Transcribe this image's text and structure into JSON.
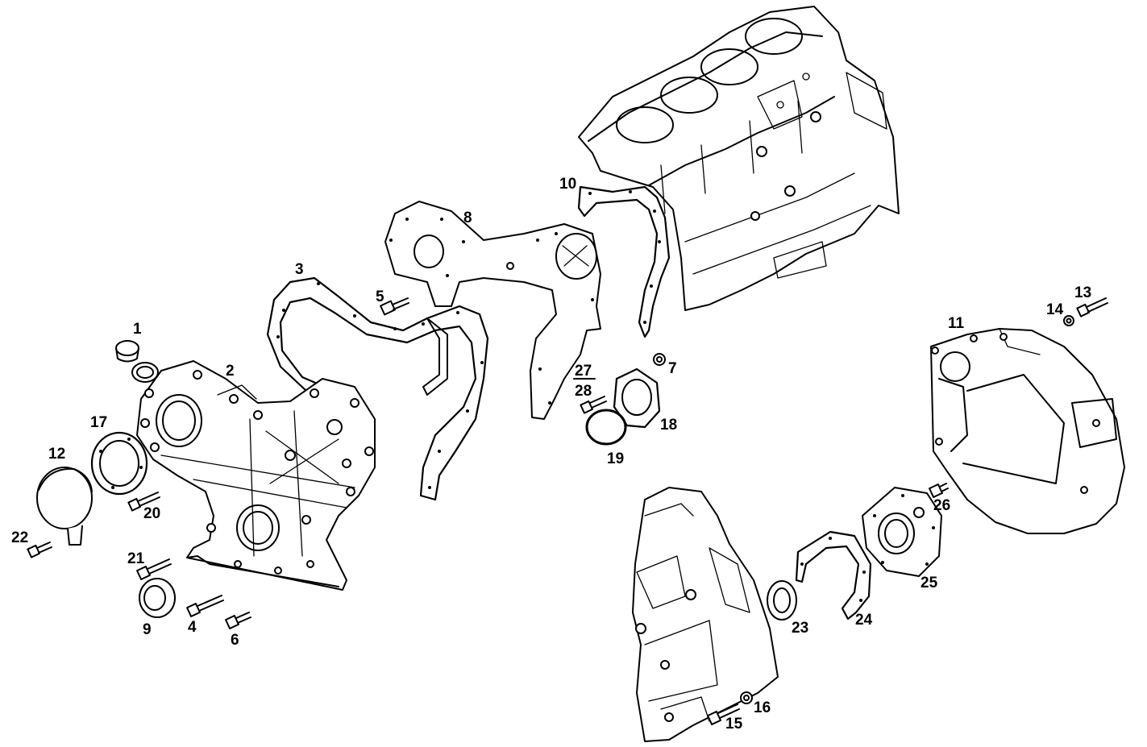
{
  "diagram": {
    "callouts": [
      {
        "id": "1",
        "text": "1"
      },
      {
        "id": "2",
        "text": "2"
      },
      {
        "id": "3",
        "text": "3"
      },
      {
        "id": "4",
        "text": "4"
      },
      {
        "id": "5",
        "text": "5"
      },
      {
        "id": "6",
        "text": "6"
      },
      {
        "id": "7",
        "text": "7"
      },
      {
        "id": "8",
        "text": "8"
      },
      {
        "id": "9",
        "text": "9"
      },
      {
        "id": "10",
        "text": "10"
      },
      {
        "id": "11",
        "text": "11"
      },
      {
        "id": "12",
        "text": "12"
      },
      {
        "id": "13",
        "text": "13"
      },
      {
        "id": "14",
        "text": "14"
      },
      {
        "id": "15",
        "text": "15"
      },
      {
        "id": "16",
        "text": "16"
      },
      {
        "id": "17",
        "text": "17"
      },
      {
        "id": "18",
        "text": "18"
      },
      {
        "id": "19",
        "text": "19"
      },
      {
        "id": "20",
        "text": "20"
      },
      {
        "id": "21",
        "text": "21"
      },
      {
        "id": "22",
        "text": "22"
      },
      {
        "id": "23",
        "text": "23"
      },
      {
        "id": "24",
        "text": "24"
      },
      {
        "id": "25",
        "text": "25"
      },
      {
        "id": "26",
        "text": "26"
      },
      {
        "id": "27",
        "text": "27"
      },
      {
        "id": "28",
        "text": "28"
      }
    ]
  }
}
